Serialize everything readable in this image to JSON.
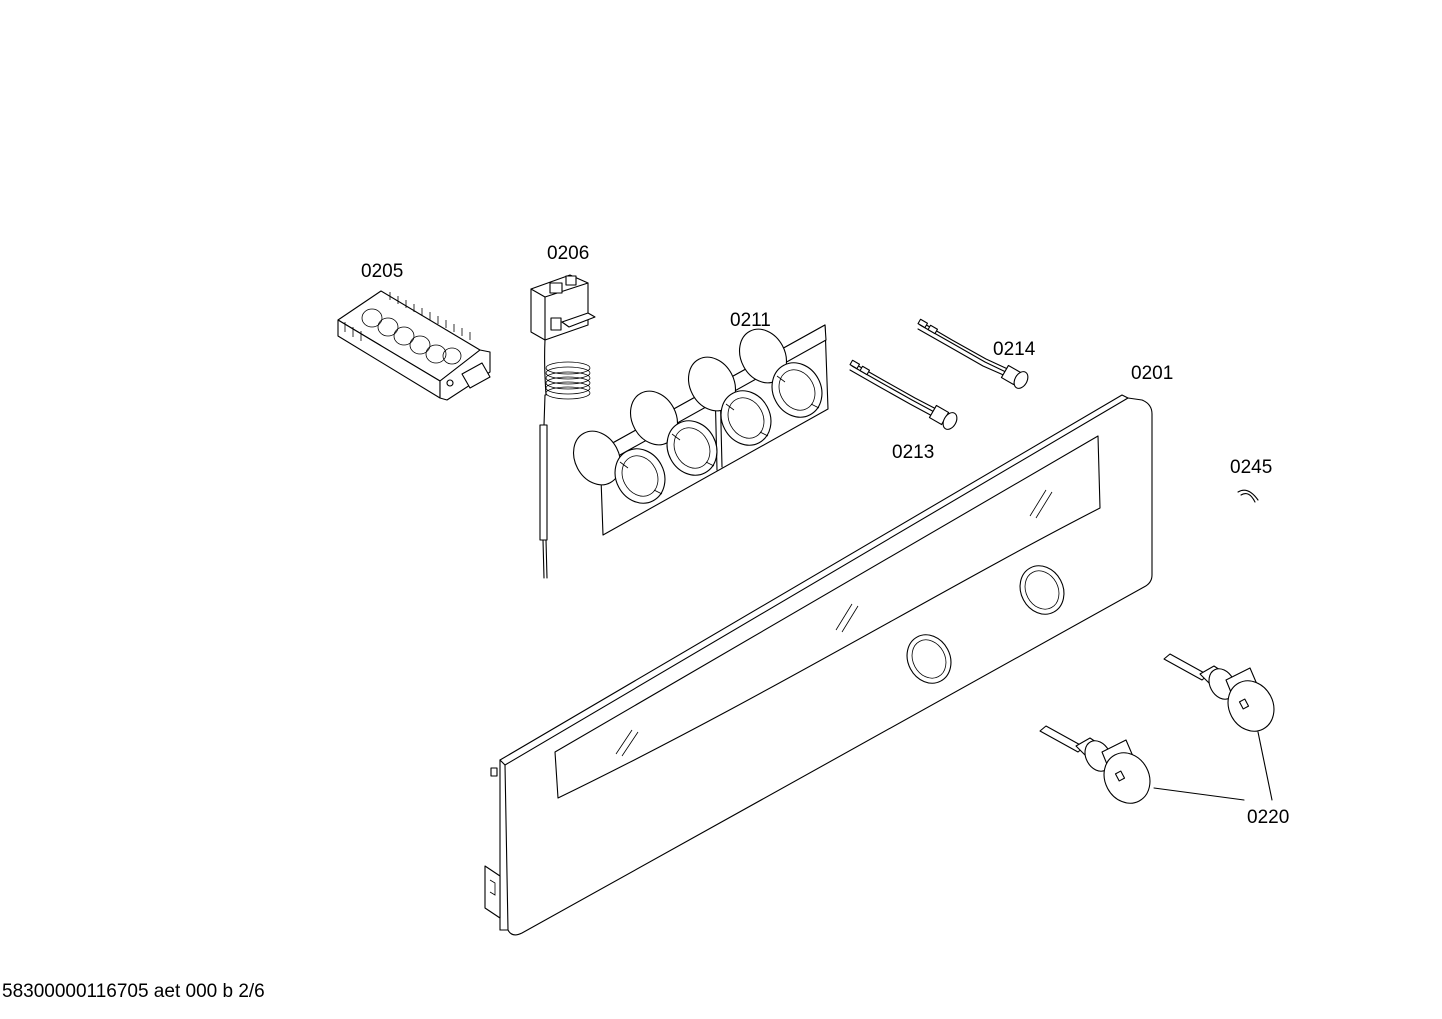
{
  "part_labels": {
    "p0205": "0205",
    "p0206": "0206",
    "p0211": "0211",
    "p0214": "0214",
    "p0201": "0201",
    "p0213": "0213",
    "p0245": "0245",
    "p0220": "0220"
  },
  "footer": {
    "code": "58300000116705 aet 000 b 2/6"
  }
}
